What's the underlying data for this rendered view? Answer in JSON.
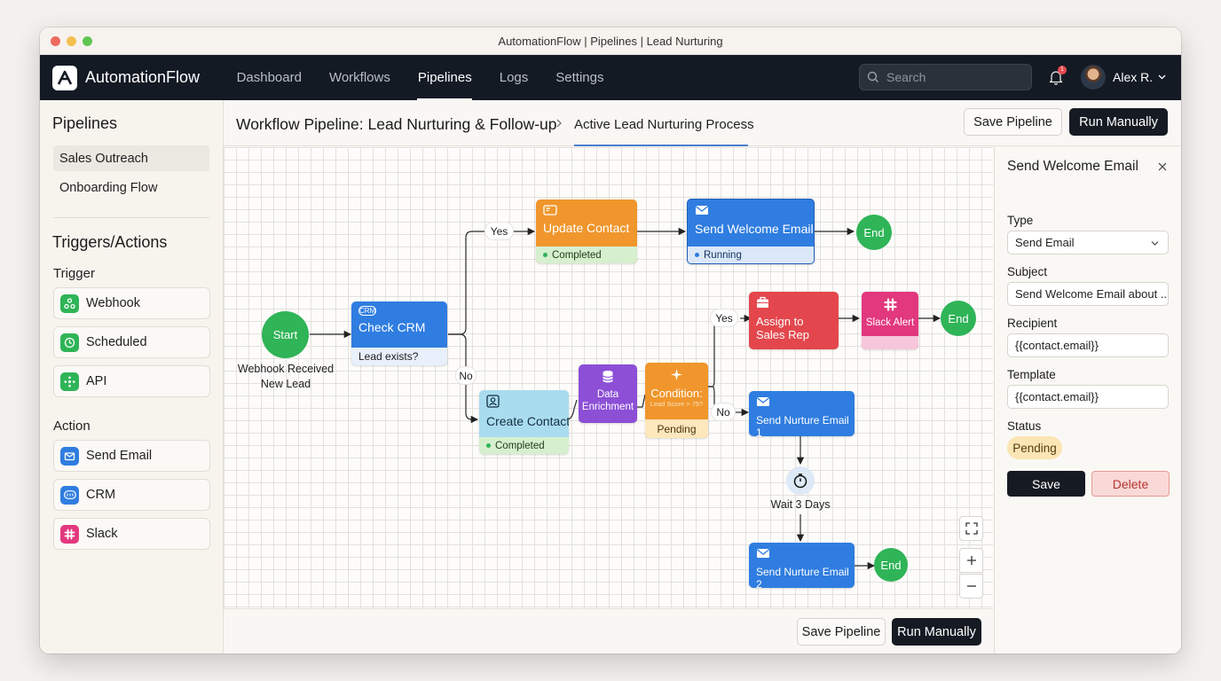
{
  "window": {
    "title": "AutomationFlow | Pipelines | Lead Nurturing"
  },
  "nav": {
    "brand": "AutomationFlow",
    "links": [
      "Dashboard",
      "Workflows",
      "Pipelines",
      "Logs",
      "Settings"
    ],
    "active": "Pipelines",
    "search_placeholder": "Search",
    "notification_count": "1",
    "user": "Alex R."
  },
  "sidebar": {
    "pipelines_heading": "Pipelines",
    "pipelines": [
      "Sales Outreach",
      "Onboarding Flow"
    ],
    "triggers_heading": "Triggers/Actions",
    "trigger_label": "Trigger",
    "triggers": [
      {
        "label": "Webhook",
        "icon": "webhook-icon"
      },
      {
        "label": "Scheduled",
        "icon": "clock-icon"
      },
      {
        "label": "API",
        "icon": "api-icon"
      }
    ],
    "action_label": "Action",
    "actions": [
      {
        "label": "Send Email",
        "icon": "mail-icon"
      },
      {
        "label": "CRM",
        "icon": "crm-icon"
      },
      {
        "label": "Slack",
        "icon": "slack-icon"
      }
    ]
  },
  "header": {
    "title": "Workflow Pipeline: Lead Nurturing & Follow-up",
    "breadcrumb": "Active Lead Nurturing Process",
    "save": "Save Pipeline",
    "run": "Run Manually"
  },
  "flow": {
    "start": {
      "label": "Start",
      "caption_1": "Webhook Received",
      "caption_2": "New Lead"
    },
    "check_crm": {
      "badge": "CRM",
      "title": "Check CRM",
      "sub": "Lead exists?"
    },
    "edge_yes_1": "Yes",
    "edge_no_1": "No",
    "update_contact": {
      "title": "Update Contact",
      "status": "Completed"
    },
    "send_welcome": {
      "title": "Send Welcome Email",
      "status": "Running"
    },
    "end_1": "End",
    "create_contact": {
      "title": "Create Contact",
      "status": "Completed"
    },
    "data_enrichment": {
      "line_1": "Data",
      "line_2": "Enrichment"
    },
    "condition": {
      "title": "Condition:",
      "sub": "Lead Score > 75?",
      "status": "Pending"
    },
    "edge_yes_2": "Yes",
    "edge_no_2": "No",
    "assign": {
      "line_1": "Assign to",
      "line_2": "Sales Rep"
    },
    "slack_alert": "Slack Alert",
    "end_2": "End",
    "nurture_1": "Send Nurture Email 1",
    "wait": "Wait 3 Days",
    "nurture_2": "Send Nurture Email 2",
    "end_3": "End"
  },
  "footer": {
    "save": "Save Pipeline",
    "run": "Run Manually"
  },
  "panel": {
    "title": "Send Welcome Email",
    "type_label": "Type",
    "type_value": "Send Email",
    "subject_label": "Subject",
    "subject_value": "Send Welcome Email about ...",
    "recipient_label": "Recipient",
    "recipient_value": "{{contact.email}}",
    "template_label": "Template",
    "template_value": "{{contact.email}}",
    "status_label": "Status",
    "status_value": "Pending",
    "save": "Save",
    "delete": "Delete"
  },
  "colors": {
    "green": "#2fb457",
    "blue": "#2f7de0",
    "orange": "#f0962c",
    "purple": "#8c4fd6",
    "teal": "#a9dcef",
    "red": "#e3474d",
    "pink": "#e2387d",
    "nav_bg": "#141a24"
  }
}
